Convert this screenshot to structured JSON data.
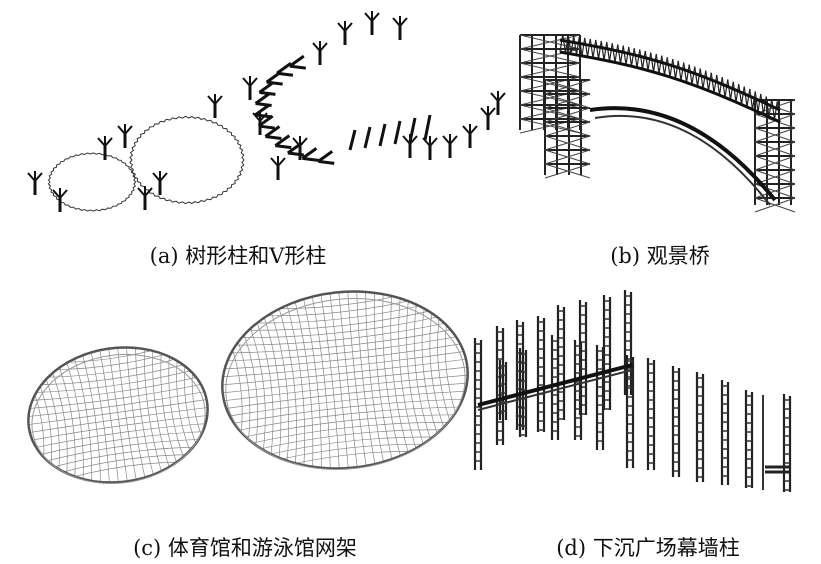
{
  "figure": {
    "panels": [
      {
        "id": "a",
        "caption": "(a)  树形柱和V形柱"
      },
      {
        "id": "b",
        "caption": "(b)  观景桥"
      },
      {
        "id": "c",
        "caption": "(c)  体育馆和游泳馆网架"
      },
      {
        "id": "d",
        "caption": "(d)  下沉广场幕墙柱"
      }
    ]
  }
}
